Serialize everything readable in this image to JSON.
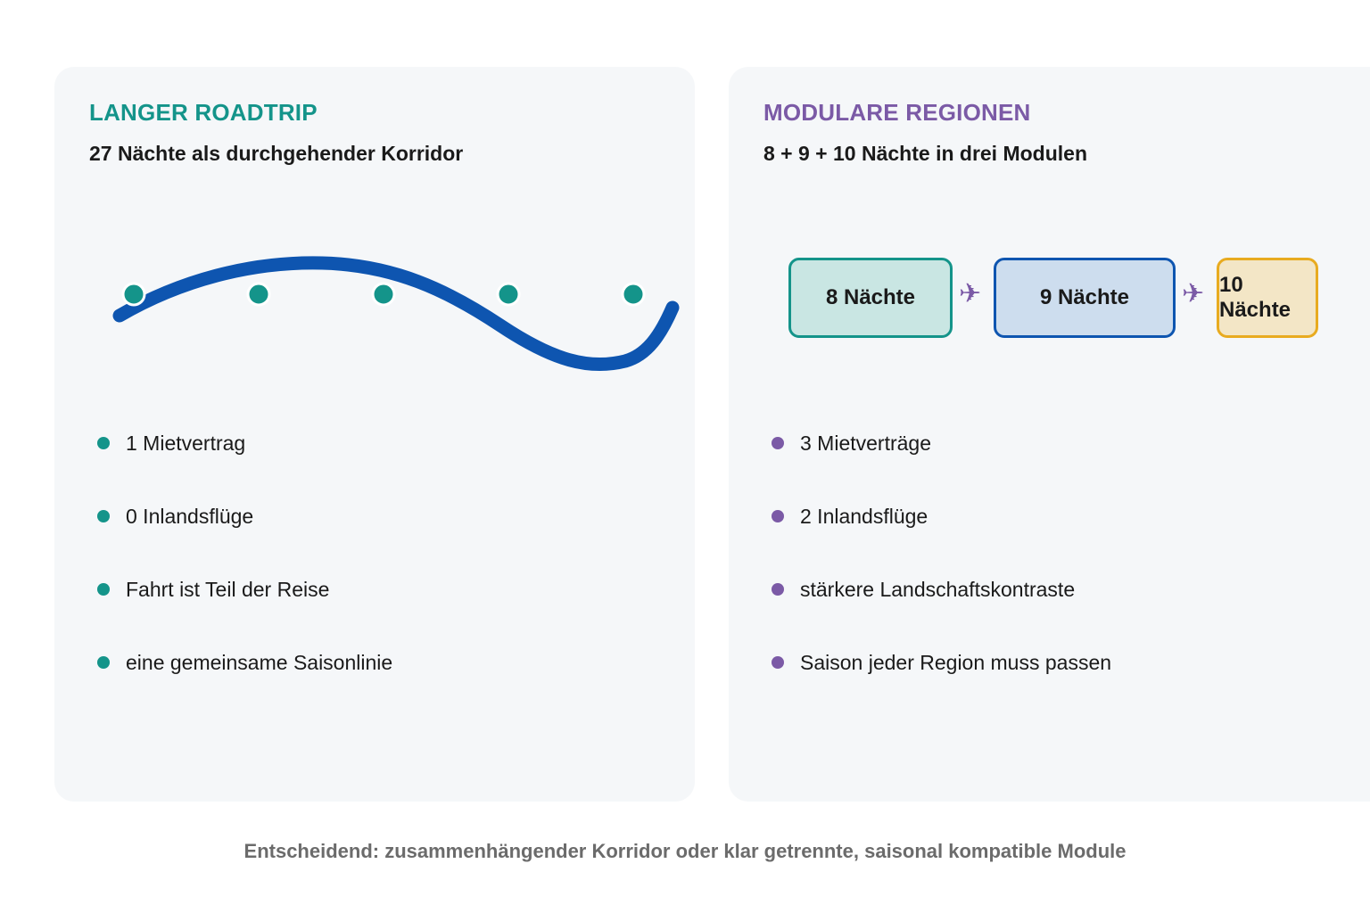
{
  "left_panel": {
    "title": "LANGER ROADTRIP",
    "subtitle": "27 Nächte als durchgehender Korridor",
    "route_color": "#0e55b0",
    "stop_color": "#14948a",
    "stops_count": 5,
    "bullets": [
      "1 Mietvertrag",
      "0 Inlandsflüge",
      "Fahrt ist Teil der Reise",
      "eine gemeinsame Saisonlinie"
    ]
  },
  "right_panel": {
    "title": "MODULARE REGIONEN",
    "subtitle": "8 + 9 + 10 Nächte in drei Modulen",
    "modules": [
      {
        "label": "8 Nächte",
        "fill": "#c9e6e3",
        "border": "#14948a"
      },
      {
        "label": "9 Nächte",
        "fill": "#cdddee",
        "border": "#0e55b0"
      },
      {
        "label": "10 Nächte",
        "fill": "#f3e6c6",
        "border": "#e8ab20"
      }
    ],
    "connector_icon": "airplane-icon",
    "connector_glyph": "✈",
    "bullets": [
      "3 Mietverträge",
      "2 Inlandsflüge",
      "stärkere Landschaftskontraste",
      "Saison jeder Region muss passen"
    ]
  },
  "footer": "Entscheidend: zusammenhängender Korridor oder klar getrennte, saisonal kompatible Module",
  "colors": {
    "teal": "#14948a",
    "purple": "#7b5aa6",
    "blue": "#0e55b0",
    "amber": "#e8ab20",
    "panel_bg": "#f5f7f9"
  }
}
